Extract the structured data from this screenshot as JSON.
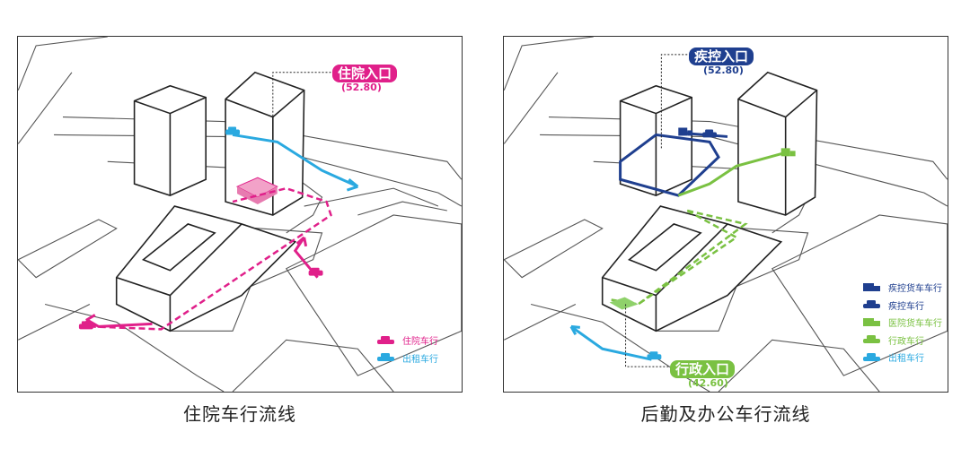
{
  "left_panel": {
    "caption": "住院车行流线",
    "entrance_label": "住院入口",
    "entrance_elev": "(52.80)",
    "legend": [
      {
        "label": "住院车行",
        "color": "#e0208a",
        "icon": "car-icon"
      },
      {
        "label": "出租车行",
        "color": "#2aa9e0",
        "icon": "car-icon"
      }
    ]
  },
  "right_panel": {
    "caption": "后勤及办公车行流线",
    "entrance_top_label": "疾控入口",
    "entrance_top_elev": "(52.80)",
    "entrance_bottom_label": "行政入口",
    "entrance_bottom_elev": "(42.60)",
    "legend": [
      {
        "label": "疾控货车车行",
        "color": "#1f3f8f",
        "icon": "truck-icon"
      },
      {
        "label": "疾控车行",
        "color": "#1f3f8f",
        "icon": "car-icon"
      },
      {
        "label": "医院货车车行",
        "color": "#7ac142",
        "icon": "truck-icon"
      },
      {
        "label": "行政车行",
        "color": "#7ac142",
        "icon": "car-icon"
      },
      {
        "label": "出租车行",
        "color": "#2aa9e0",
        "icon": "car-icon"
      }
    ]
  },
  "colors": {
    "magenta": "#e0208a",
    "cyan": "#2aa9e0",
    "navy": "#1f3f8f",
    "green": "#7ac142"
  }
}
